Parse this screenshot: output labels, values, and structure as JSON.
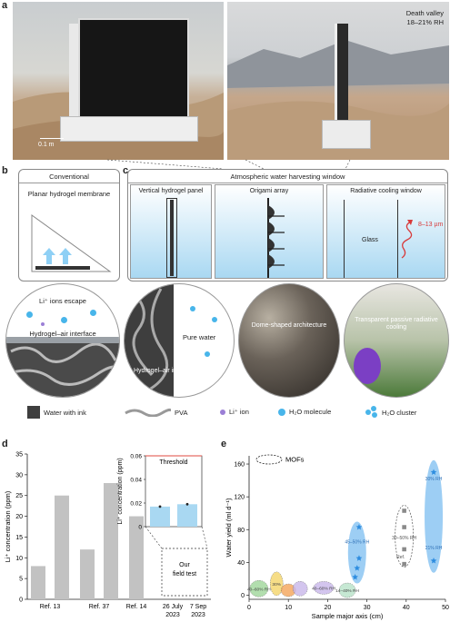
{
  "panel_labels": {
    "a": "a",
    "b": "b",
    "c": "c",
    "d": "d",
    "e": "e"
  },
  "panel_a": {
    "scale_bar": "0.1 m",
    "location": "Death valley",
    "humidity": "18–21% RH"
  },
  "panel_b": {
    "title": "Conventional",
    "membrane": "Planar hydrogel membrane",
    "li_escape": "Li⁺ ions escape",
    "interface": "Hydrogel–air interface"
  },
  "panel_c": {
    "title": "Atmospheric water harvesting window",
    "sub1": "Vertical hydrogel panel",
    "sub2": "Origami array",
    "sub3": "Radiative cooling window",
    "glass": "Glass",
    "wavelength": "8–13 µm",
    "pure_water": "Pure water",
    "hydrogel_air": "Hydrogel–air interface",
    "dome": "Dome-shaped architecture",
    "transparent": "Transparent passive radiative cooling"
  },
  "legend": {
    "water_ink": "Water with ink",
    "pva": "PVA",
    "li_ion": "Li⁺ ion",
    "h2o_molecule": "H₂O molecule",
    "h2o_cluster": "H₂O cluster"
  },
  "chart_data": [
    {
      "type": "bar",
      "ylabel": "Li⁺ concentration (ppm)",
      "ylim": [
        0,
        35
      ],
      "yticks": [
        0,
        5,
        10,
        15,
        20,
        25,
        30,
        35
      ],
      "values": [
        8,
        25,
        12,
        28,
        20
      ],
      "group_labels": [
        "Ref. 13",
        "Ref. 37",
        "Ref. 14"
      ],
      "field_test_label": "Our field test",
      "date_labels": [
        "26 July 2023",
        "7 Sep 2023"
      ],
      "inset": {
        "type": "bar",
        "ylabel": "Li⁺ concentration (ppm)",
        "ylim": [
          0,
          0.06
        ],
        "yticks": [
          "0",
          "0.02",
          "0.04",
          "0.06"
        ],
        "values": [
          0.017,
          0.019
        ],
        "threshold_label": "Threshold"
      }
    },
    {
      "type": "scatter",
      "xlabel": "Sample major axis (cm)",
      "ylabel": "Water yield (ml d⁻¹)",
      "xlim": [
        0,
        50
      ],
      "ylim": [
        -5,
        170
      ],
      "xticks": [
        0,
        10,
        20,
        30,
        40,
        50
      ],
      "yticks": [
        0,
        40,
        80,
        120,
        160
      ],
      "legend": "MOFs",
      "group_labels": {
        "g1": "40–60% RH",
        "g2": "30%",
        "g3": "40–60% RH",
        "g4": "14–40% RH",
        "g5": "45–50% RH",
        "g6": "30–50% RH",
        "g7": "30% RH",
        "g8": "21% RH",
        "ref": "Ref."
      },
      "points_blue_stars": [
        {
          "x": 27,
          "y": 22
        },
        {
          "x": 27.5,
          "y": 33
        },
        {
          "x": 28,
          "y": 45
        },
        {
          "x": 28,
          "y": 83
        },
        {
          "x": 47,
          "y": 150
        },
        {
          "x": 47,
          "y": 42
        }
      ],
      "points_gray_squares": [
        {
          "x": 39.5,
          "y": 103
        },
        {
          "x": 39.5,
          "y": 83
        },
        {
          "x": 39.5,
          "y": 56
        },
        {
          "x": 39.5,
          "y": 38
        }
      ]
    }
  ],
  "colors": {
    "sky_blue": "#a9d8f2",
    "bar_gray": "#c2c2c2",
    "star_blue": "#2e8de0",
    "ellipse_blue": "#8cc5f2",
    "threshold_red": "#e04a3f",
    "lithium_purple": "#9b7fd6"
  }
}
